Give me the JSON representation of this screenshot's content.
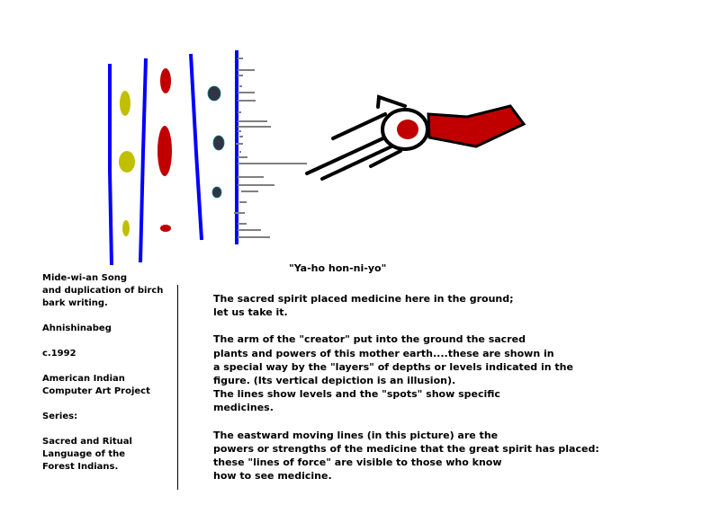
{
  "caption": "\"Ya-ho hon-ni-yo\"",
  "left_panel": {
    "title_lines": [
      "Mide-wi-an Song",
      "and duplication of birch",
      "bark writing."
    ],
    "people": "Ahnishinabeg",
    "date": "c.1992",
    "project_lines": [
      "American Indian",
      "Computer Art Project"
    ],
    "series_label": "Series:",
    "series_lines": [
      "Sacred and Ritual",
      "Language of the",
      "Forest Indians."
    ]
  },
  "description": {
    "para1": [
      "The sacred spirit placed medicine here in the ground;",
      "let us take it."
    ],
    "para2": [
      "The arm of the \"creator\" put into the ground the sacred",
      "plants and powers of this mother earth....these are shown in",
      "a special way by the \"layers\" of depths or levels indicated in the",
      "figure. (Its vertical depiction is an illusion).",
      "The lines show levels and the \"spots\" show specific",
      "medicines."
    ],
    "para3": [
      "The eastward moving lines (in this picture) are the",
      "powers or strengths of the medicine that the great spirit has placed:",
      "these \"lines of force\" are visible to those who know",
      "how to see medicine."
    ]
  },
  "colors": {
    "blue": "#0000ff",
    "red": "#c00000",
    "yellow": "#c0c000",
    "gray": "#808080",
    "teal": "#008080"
  }
}
